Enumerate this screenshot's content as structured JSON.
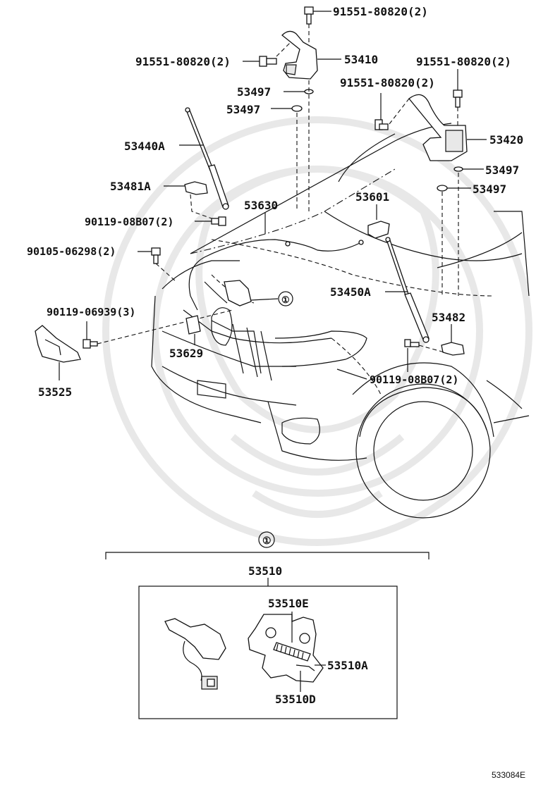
{
  "labels": {
    "bolt_top": "91551-80820(2)",
    "bolt_left": "91551-80820(2)",
    "hinge_lh": "53410",
    "bolt_right_top": "91551-80820(2)",
    "bolt_right_mid": "91551-80820(2)",
    "cushion_1": "53497",
    "cushion_2": "53497",
    "hinge_rh": "53420",
    "cushion_3": "53497",
    "cushion_4": "53497",
    "stay_lh": "53440A",
    "bracket_lh": "53481A",
    "bolt_stay_lh": "90119-08B07(2)",
    "cable": "53630",
    "lever": "53601",
    "screw_support": "90105-06298(2)",
    "lock_callout": "①",
    "stay_rh": "53450A",
    "bolt_lock": "90119-06939(3)",
    "bracket_rh": "53482",
    "support": "53629",
    "bolt_stay_rh": "90119-08B07(2)",
    "protector": "53525",
    "detail_callout": "①",
    "lock_assy": "53510",
    "lock_sub_e": "53510E",
    "lock_sub_a": "53510A",
    "lock_sub_d": "53510D",
    "figure_ref": "533084E"
  }
}
